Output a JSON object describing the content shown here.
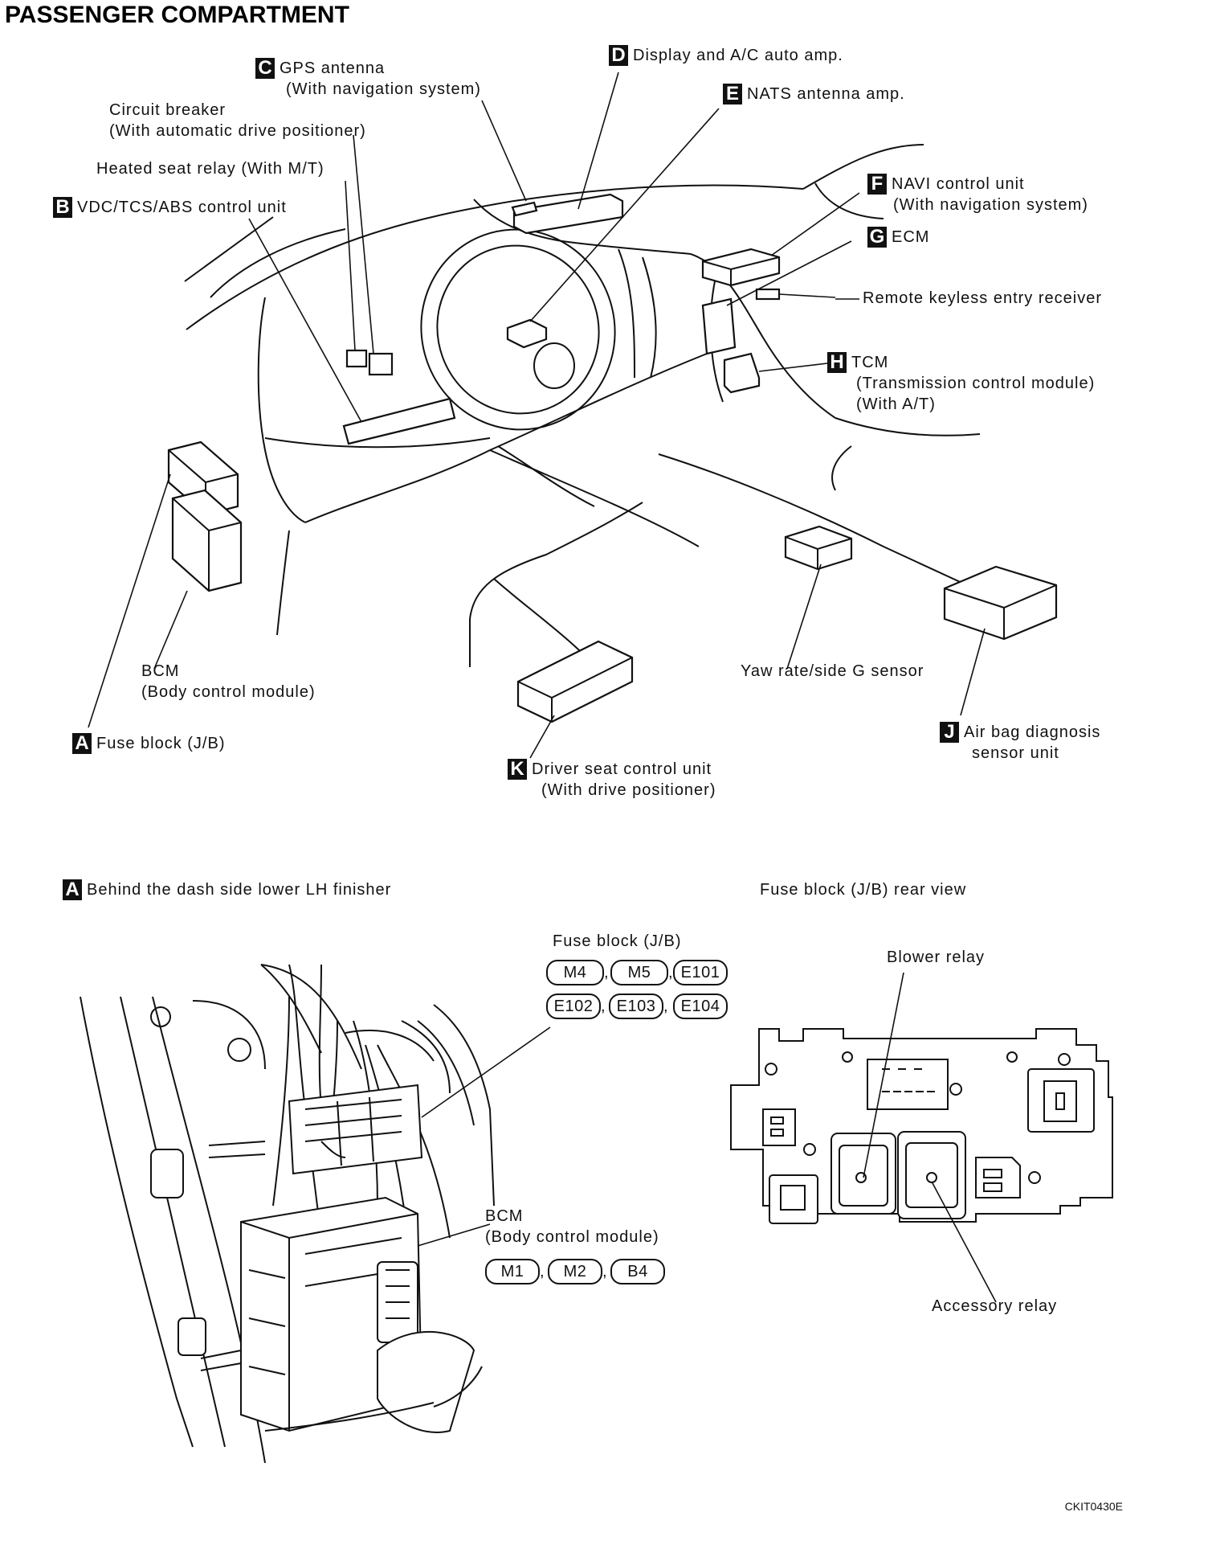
{
  "title": "PASSENGER COMPARTMENT",
  "labels": {
    "gps": "GPS antenna",
    "gps_sub": "(With navigation system)",
    "display": "Display and A/C auto amp.",
    "nats": "NATS antenna amp.",
    "cb": "Circuit breaker",
    "cb_sub": "(With automatic drive positioner)",
    "heated": "Heated seat relay (With M/T)",
    "vdc": "VDC/TCS/ABS control unit",
    "navi": "NAVI control unit",
    "navi_sub": "(With navigation system)",
    "ecm": "ECM",
    "rke": "Remote keyless entry receiver",
    "tcm": "TCM",
    "tcm_sub1": "(Transmission control module)",
    "tcm_sub2": "(With A/T)",
    "bcm": "BCM",
    "bcm_sub": "(Body control module)",
    "fuse": "Fuse block (J/B)",
    "yaw": "Yaw rate/side G sensor",
    "airbag": "Air bag diagnosis",
    "airbag_sub": "sensor unit",
    "driver": "Driver seat control unit",
    "driver_sub": "(With drive positioner)"
  },
  "tags": {
    "a": "A",
    "b": "B",
    "c": "C",
    "d": "D",
    "e": "E",
    "f": "F",
    "g": "G",
    "h": "H",
    "j": "J",
    "k": "K"
  },
  "lower": {
    "behind": "Behind the dash side lower LH finisher",
    "rear_view": "Fuse block (J/B) rear view",
    "fuse_label": "Fuse block (J/B)",
    "fuse_connectors": [
      "M4",
      "M5",
      "E101",
      "E102",
      "E103",
      "E104"
    ],
    "bcm_label": "BCM",
    "bcm_sub": "(Body control module)",
    "bcm_connectors": [
      "M1",
      "M2",
      "B4"
    ],
    "blower": "Blower relay",
    "accessory": "Accessory relay",
    "comma": ","
  },
  "figure_id": "CKIT0430E"
}
